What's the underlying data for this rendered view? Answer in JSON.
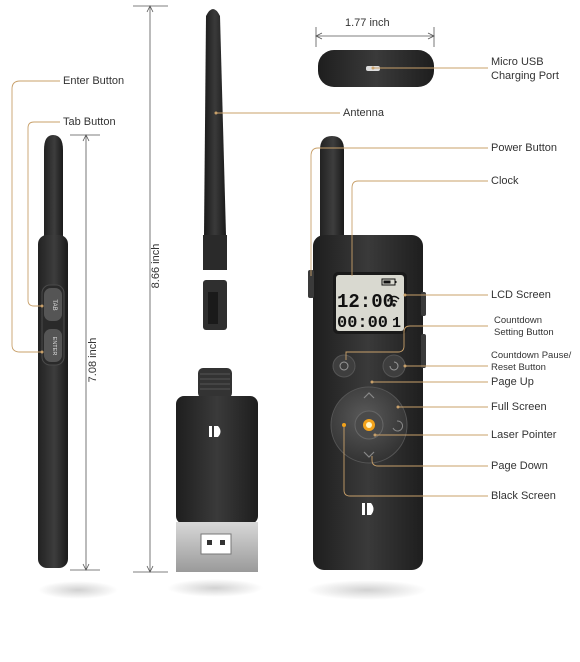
{
  "dimensions": {
    "width_label": "1.77 inch",
    "height_receiver_label": "8.66 inch",
    "height_remote_label": "7.08 inch"
  },
  "callouts": {
    "enter_button": "Enter Button",
    "tab_button": "Tab Button",
    "antenna": "Antenna",
    "micro_usb_line1": "Micro USB",
    "micro_usb_line2": "Charging Port",
    "power_button": "Power Button",
    "clock": "Clock",
    "lcd_screen": "LCD Screen",
    "countdown_setting_line1": "Countdown",
    "countdown_setting_line2": "Setting Button",
    "countdown_pause_line1": "Countdown Pause/",
    "countdown_pause_line2": "Reset Button",
    "page_up": "Page Up",
    "full_screen": "Full Screen",
    "laser_pointer": "Laser Pointer",
    "page_down": "Page Down",
    "black_screen": "Black Screen"
  },
  "device": {
    "side_button_tab": "TAB",
    "side_button_enter": "ENTER",
    "lcd_time": "12:00",
    "lcd_countdown": "00:00",
    "lcd_digit": "1"
  },
  "colors": {
    "callout_line": "#c8a06a",
    "device_body": "#2b2b2b",
    "lcd_backlight": "#d9d9d0",
    "laser_dot": "#f2a21b"
  },
  "icons": [
    "wifi-icon",
    "battery-icon",
    "logo-icon",
    "laser-dot-icon",
    "chevron-up-icon",
    "chevron-down-icon",
    "usb-plug-icon"
  ]
}
